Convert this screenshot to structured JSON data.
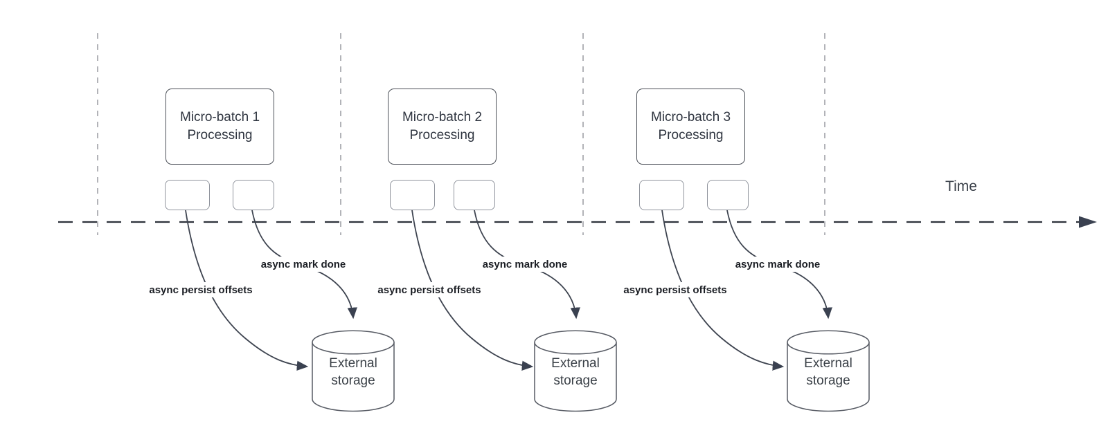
{
  "diagram": {
    "timeline_label": "Time",
    "groups": [
      {
        "box_lines": [
          "Micro-batch 1",
          "Processing"
        ],
        "persist_label": "async persist offsets",
        "mark_done_label": "async mark done",
        "storage_lines": [
          "External",
          "storage"
        ]
      },
      {
        "box_lines": [
          "Micro-batch 2",
          "Processing"
        ],
        "persist_label": "async persist offsets",
        "mark_done_label": "async mark done",
        "storage_lines": [
          "External",
          "storage"
        ]
      },
      {
        "box_lines": [
          "Micro-batch 3",
          "Processing"
        ],
        "persist_label": "async persist offsets",
        "mark_done_label": "async mark done",
        "storage_lines": [
          "External",
          "storage"
        ]
      }
    ],
    "colors": {
      "background": "#ffffff",
      "timeline_stroke": "#2d323b",
      "guide_stroke": "#aaabb0",
      "curve_stroke": "#3e4450",
      "box_border": "#4a4e56",
      "chip_border": "#8f939c",
      "cylinder_border": "#565a63",
      "label_text": "#1b1e24",
      "box_text": "#2f3540"
    }
  }
}
